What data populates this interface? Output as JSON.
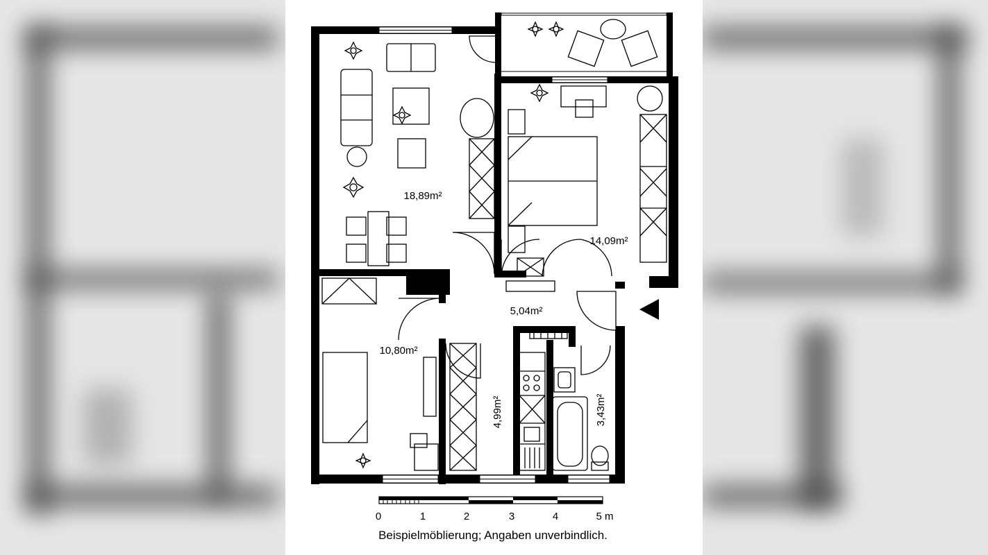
{
  "rooms": {
    "living": {
      "area": "18,89m²"
    },
    "bedroom": {
      "area": "14,09m²"
    },
    "hall": {
      "area": "5,04m²"
    },
    "child_room": {
      "area": "10,80m²"
    },
    "kitchen": {
      "area": "4,99m²"
    },
    "bath": {
      "area": "3,43m²"
    }
  },
  "scale_bar": {
    "ticks": [
      "0",
      "1",
      "2",
      "3",
      "4",
      "5 m"
    ]
  },
  "disclaimer": "Beispielmöblierung; Angaben unverbindlich.",
  "icons": [
    "plant-icon",
    "entrance-arrow-icon",
    "door-swing-icon",
    "window-icon"
  ],
  "colors": {
    "wall": "#000000",
    "background": "#ffffff",
    "side_blur": "#e6e6e6"
  }
}
